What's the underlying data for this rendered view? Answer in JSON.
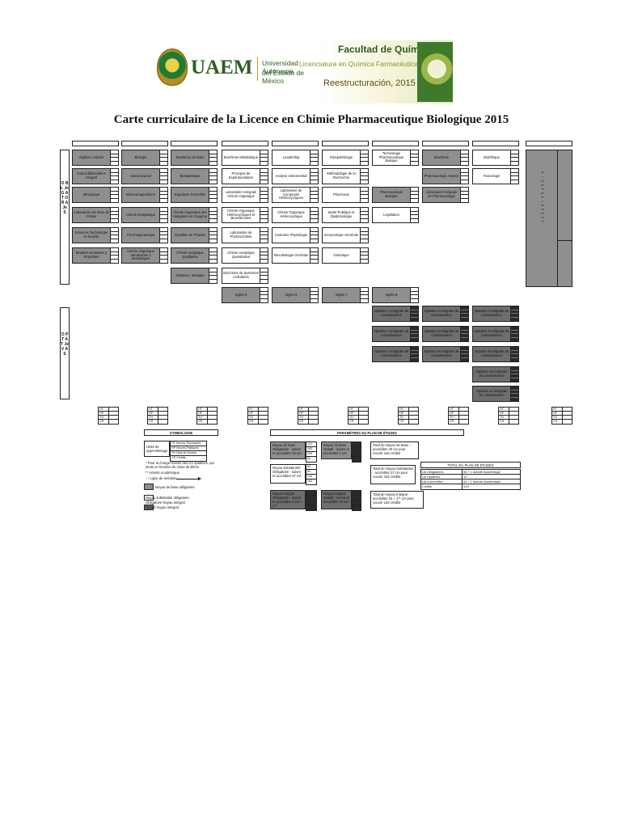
{
  "header": {
    "uaem_logo": "UAEM",
    "uaem_line1": "Universidad Autónoma",
    "uaem_line2": "del Estado de México",
    "faculty": "Facultad de Química",
    "program": "Licenciatura en Química Farmacéutica Biológica",
    "restructure": "Reestructuración, 2015"
  },
  "title": "Carte curriculaire de la Licence en Chimie Pharmaceutique Biologique 2015",
  "sections": {
    "obligatoires": "O B L Je G A T O R A Je S",
    "optatives": "O P T A T Je V A S",
    "right_vertical": "P r o j e t d e t e r m i n a t i o n"
  },
  "mandatory": [
    [
      "Algèbre Linéaire",
      "Calcul différentiel e Intégral",
      "Mécanique",
      "Laboratoire De base de Chimie",
      "Sciences Technologie et Société",
      "Modèles atomistes y Propriétés"
    ],
    [
      "Biologie",
      "Calcul avancé",
      "Electromagnétisme",
      "Chimie Inorganique",
      "Thermodynamique",
      "Chimie Organique Introductive ó aromatiques"
    ],
    [
      "Biochimie de base",
      "Biostatistique",
      "Equations Formelles",
      "Chimie Organique des Halogènes et Oxygène",
      "Équilibre de Phases",
      "Chimie Analytique Qualitative",
      "Optative I, Basique"
    ],
    [
      "Biochimie Métabolique",
      "Principes de Expérimentation",
      "Laboratoire Intégrale Chimie Organique",
      "Chimie Organique Hétérocycliques et Biomolécules",
      "Laboratoire de Physicochimie",
      "Chimie Analytique Quantitative",
      "Biochimie de Systèmes Cellulaires"
    ],
    [
      "Leadership",
      "Analyse Instrumental",
      "Laboratoire de Composés Hétérocycliques",
      "Chimie Organique Hétérocyclique",
      "Anatomie Physiologie",
      "Microbiologie Générale"
    ],
    [
      "Fisiopathologie",
      "Méthodologie de la Recherche",
      "Pharmacie",
      "Santé Publique et Épidémiologie",
      "Immunologie Générale",
      "Génétique"
    ],
    [
      "Technologie Pharmaceutique Basique",
      "",
      "Pharmacologie Basique",
      "Législation"
    ],
    [
      "Biochimie",
      "Pharmacologie Avancé",
      "Laboratoire Intégrale de Pharmacologie"
    ],
    [
      "Bioéthique",
      "Toxicologie"
    ]
  ],
  "ingles": [
    "Inglés 5",
    "Inglés 6",
    "Inglés 7",
    "Inglés 8"
  ],
  "optatives": [
    [
      "Optativo 1 Intégrale de connaissance",
      "Optativo 2 Intégrale de connaissance",
      "Optativo 3 Intégrale de connaissance"
    ],
    [
      "Optativo 4 Intégrale de connaissance",
      "Optativo 5 Intégrale de connaissance",
      "Optativo 6 Intégrale de connaissance"
    ],
    [
      "Optativo 7 Intégrale de connaissance",
      "Optativo 8 Intégrale de connaissance",
      "Optativo 9 Intégrale de connaissance"
    ],
    [
      "Optativo 10 Intégrale de connaissance",
      "Optativo 11 Intégrale de connaissance"
    ]
  ],
  "totals_labels": [
    "HT",
    "HP",
    "TH",
    "CR"
  ],
  "symbology": {
    "title": "SYMBOLOGIE",
    "unit_label": "Unité de apprentissage",
    "legend_rows": [
      "HT Heures Théoriques",
      "HP Heures Pratiques",
      "TH Total de Heures",
      "CR Crédits"
    ],
    "notes": [
      "* Pour la charge horaire des UA optatives, qui seule un fonction du choix du Élève.",
      "** Activité Académique",
      "↑↑ Ligne de seriation"
    ],
    "legend_gray": "Noyau de base obligatoire",
    "legend_white": "Noyau substantiel obligatoire",
    "legend_mid": "Obligatoire Noyau Intégral",
    "legend_opt": "Optatif Noyau Intégral"
  },
  "parameters": {
    "title": "PARAMÈTRES DU PLAN DE ÉTUDES",
    "n1": "Noyau de base Obligatoire - suivre et accréditer 33 UA",
    "n1b": "Noyau de base Optatif - suivre et accréditer 1 UA",
    "n1c": "Total de Noyau de Base - accréditer 40 UA pour couvrir 126 crédits",
    "n2": "Noyau Substantiel Obligatoire - suivre et accréditer 27 UA",
    "n2c": "Total de Noyau Substantiel - accréditer 27 UA pour couvrir 162 crédits",
    "n3": "Noyau Intégral Obligatoire - suivre et accréditer 5 UA + 1**",
    "n3b": "Noyau Intégral Optatif - suivre et accréditer 10 UA",
    "n3c": "Total de Noyau Intégral - accréditer 15 + 1** UA pour couvrir 126 crédits",
    "summary_title": "TOTAL DU PLAN DE ÉTUDES",
    "summary_rows": [
      [
        "UA Obligatoires",
        "65 + 1 Activité Académique"
      ],
      [
        "UA Optatives",
        "10"
      ],
      [
        "UA à accréditer",
        "81 + 1 Activité Académique"
      ],
      [
        "Crédits",
        "415"
      ]
    ]
  }
}
